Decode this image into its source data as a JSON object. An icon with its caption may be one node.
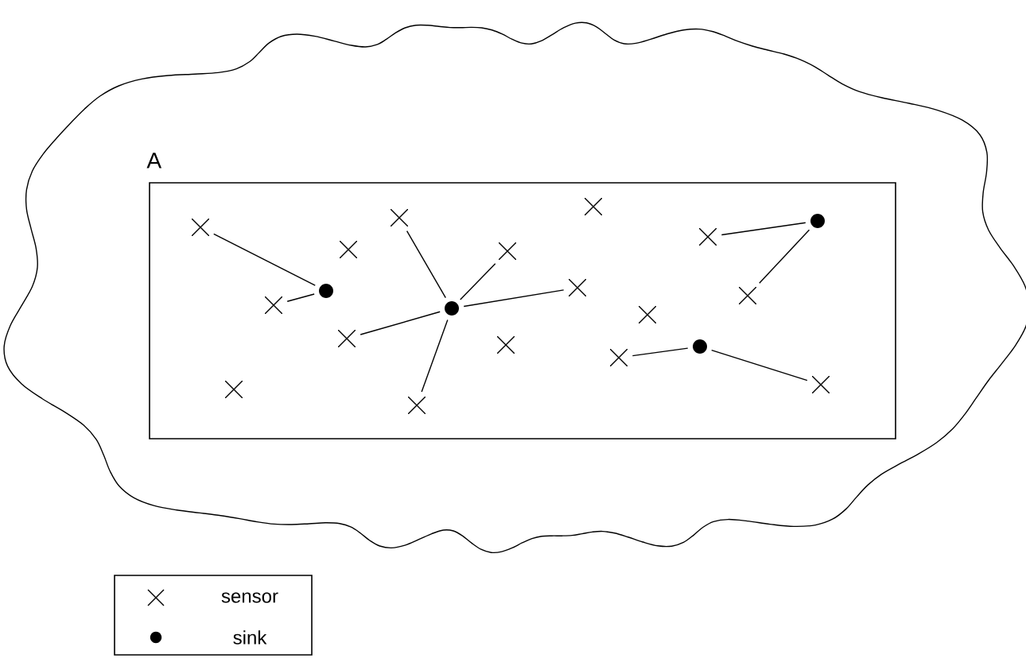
{
  "diagram": {
    "nodes": [
      {
        "text": [],
        "shape": "cloud"
      },
      {
        "text": [
          "A"
        ],
        "in": 0
      },
      {
        "text": [],
        "shape": "cross",
        "in": 1
      },
      {
        "text": [],
        "shape": "cross",
        "in": 1
      },
      {
        "text": [],
        "shape": "cross",
        "in": 1
      },
      {
        "text": [],
        "shape": "cross",
        "in": 1
      },
      {
        "text": [],
        "shape": "cross",
        "in": 1
      },
      {
        "text": [],
        "shape": "cross",
        "in": 1
      },
      {
        "text": [],
        "shape": "cross",
        "in": 1
      },
      {
        "text": [],
        "shape": "cross",
        "in": 1
      },
      {
        "text": [],
        "shape": "cross",
        "in": 1
      },
      {
        "text": [],
        "shape": "cross",
        "in": 1
      },
      {
        "text": [],
        "shape": "cross",
        "in": 1
      },
      {
        "text": [],
        "shape": "cross",
        "in": 1
      },
      {
        "text": [],
        "shape": "cross",
        "in": 1
      },
      {
        "text": [],
        "shape": "cross",
        "in": 1
      },
      {
        "text": [],
        "shape": "cross",
        "in": 1
      },
      {
        "text": [],
        "shape": "cross",
        "in": 1
      },
      {
        "text": [],
        "shape": "dot",
        "in": 1
      },
      {
        "text": [],
        "shape": "dot",
        "in": 1
      },
      {
        "text": [],
        "shape": "dot",
        "in": 1
      },
      {
        "text": [],
        "shape": "dot",
        "in": 1
      }
    ],
    "edges": [
      {
        "from": 2,
        "to": 18,
        "arrow": "none"
      },
      {
        "from": 4,
        "to": 18,
        "arrow": "none"
      },
      {
        "from": 7,
        "to": 19,
        "arrow": "none"
      },
      {
        "from": 10,
        "to": 19,
        "arrow": "none"
      },
      {
        "from": 5,
        "to": 19,
        "arrow": "none"
      },
      {
        "from": 8,
        "to": 19,
        "arrow": "none"
      },
      {
        "from": 11,
        "to": 19,
        "arrow": "none"
      },
      {
        "from": 13,
        "to": 20,
        "arrow": "none"
      },
      {
        "from": 17,
        "to": 20,
        "arrow": "none"
      },
      {
        "from": 15,
        "to": 21,
        "arrow": "none"
      },
      {
        "from": 16,
        "to": 21,
        "arrow": "none"
      }
    ],
    "legend": [
      {
        "text": "sensor"
      },
      {
        "text": "sink"
      }
    ]
  }
}
